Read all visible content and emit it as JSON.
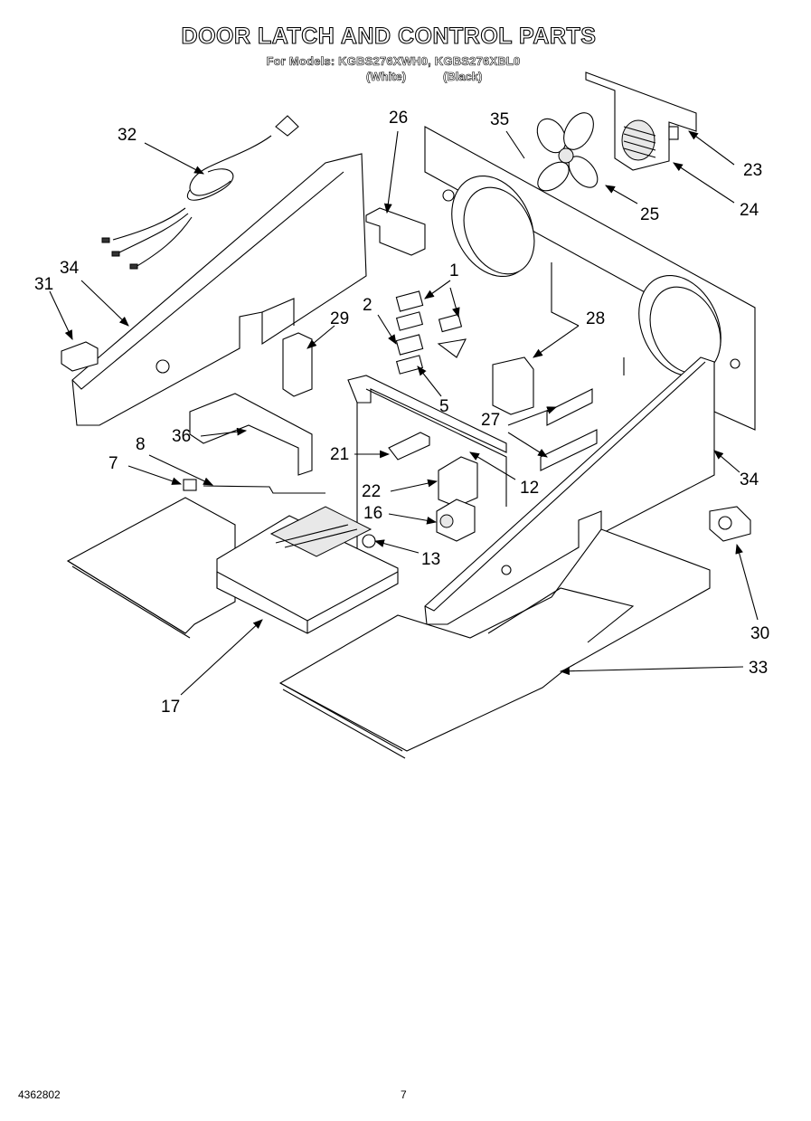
{
  "header": {
    "title": "DOOR LATCH AND CONTROL PARTS",
    "models_line": "For Models: KGBS276XWH0, KGBS276XBL0",
    "variant_white": "(White)",
    "variant_black": "(Black)"
  },
  "callouts": [
    "32",
    "26",
    "35",
    "23",
    "24",
    "25",
    "1",
    "2",
    "29",
    "28",
    "31",
    "34",
    "5",
    "27",
    "36",
    "21",
    "8",
    "7",
    "22",
    "12",
    "16",
    "13",
    "34",
    "30",
    "33",
    "17"
  ],
  "footer": {
    "doc_number": "4362802",
    "page_number": "7"
  }
}
